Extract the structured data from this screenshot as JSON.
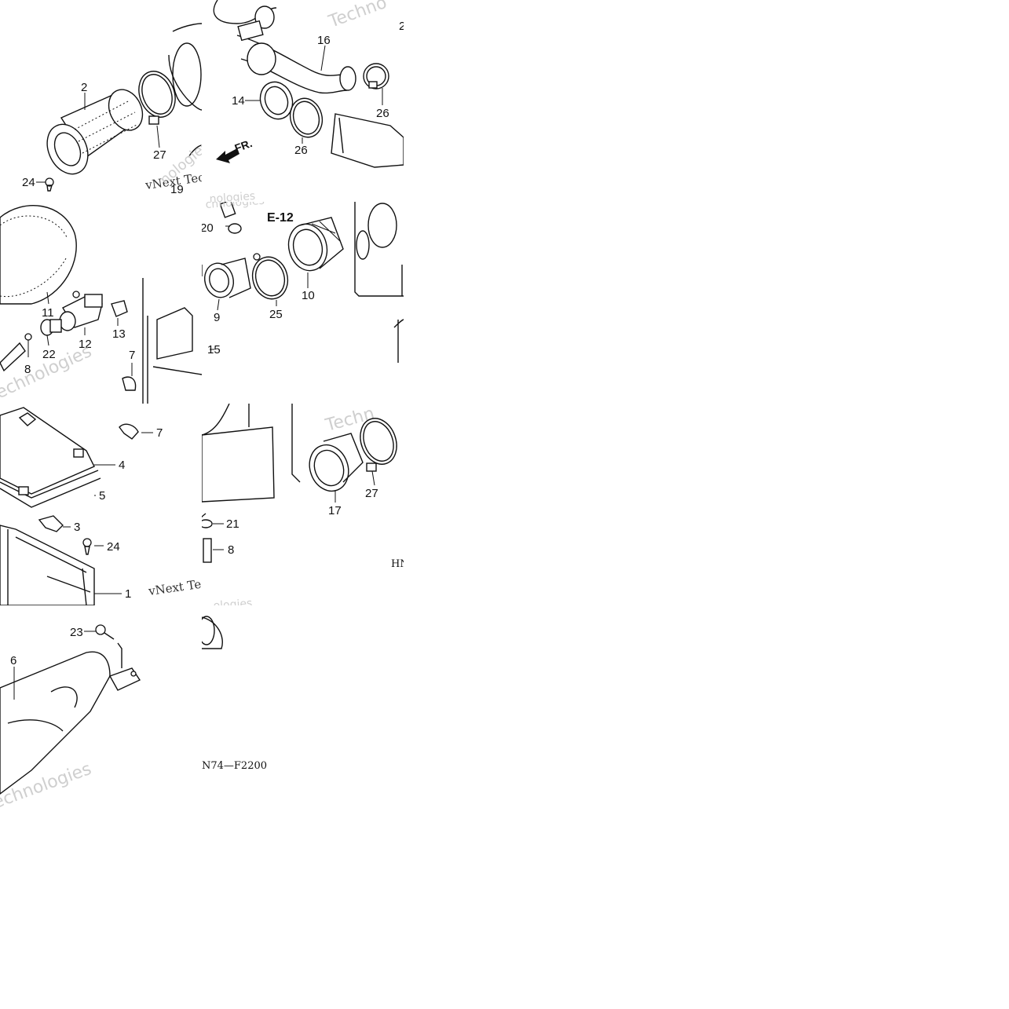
{
  "diagram": {
    "callouts": {
      "c2": "2",
      "c27a": "27",
      "c24a": "24",
      "c19": "19",
      "c16": "16",
      "c14": "14",
      "c26a": "26",
      "c26b": "26",
      "c2b": "2",
      "c11": "11",
      "c12": "12",
      "c13": "13",
      "c22": "22",
      "c8a": "8",
      "c7a": "7",
      "c20": "20",
      "c9": "9",
      "c25": "25",
      "c10": "10",
      "c15": "15",
      "c7b": "7",
      "c4": "4",
      "c5": "5",
      "c3": "3",
      "c24b": "24",
      "c1": "1",
      "c21": "21",
      "c8b": "8",
      "c17": "17",
      "c27b": "27",
      "c23": "23",
      "c6": "6"
    },
    "reference": "E-12",
    "direction": "FR.",
    "drawing_code_prefix": "HN",
    "drawing_code": "N74—F2200",
    "watermarks": {
      "t1": "Techno",
      "t2": "vNext Tec",
      "t3": "nologies",
      "t4": "Technologies",
      "t5": "chnologies",
      "t6": "Techn",
      "t7": "vNext Te",
      "t8": "ologies",
      "t9": "Technologies",
      "t10": "chnologies"
    }
  }
}
